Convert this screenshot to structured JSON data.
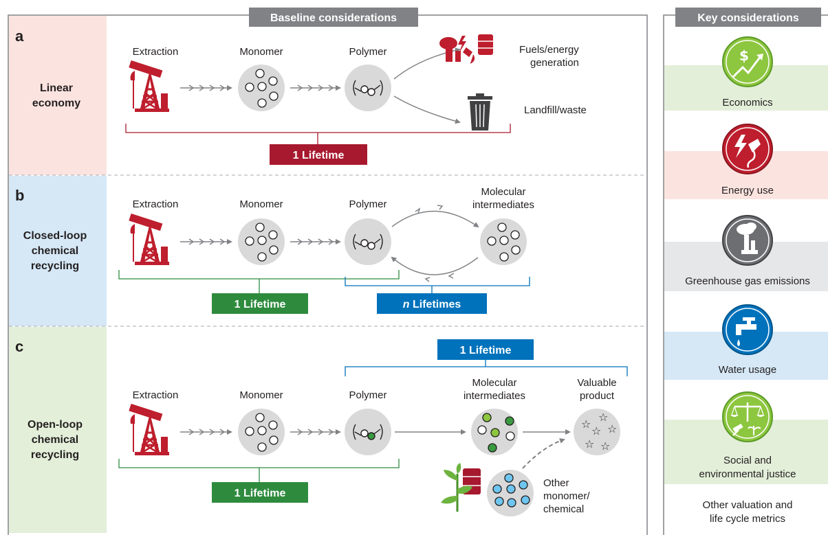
{
  "baseline": {
    "header": "Baseline considerations",
    "panels": [
      {
        "letter": "a",
        "name": "Linear economy",
        "name_lines": [
          "Linear",
          "economy"
        ],
        "stages": [
          "Extraction",
          "Monomer",
          "Polymer"
        ],
        "outputs": {
          "fuels": [
            "Fuels/energy",
            "generation"
          ],
          "landfill": "Landfill/waste"
        },
        "lifetime_box": "1 Lifetime"
      },
      {
        "letter": "b",
        "name": "Closed-loop chemical recycling",
        "name_lines": [
          "Closed-loop",
          "chemical",
          "recycling"
        ],
        "stages": [
          "Extraction",
          "Monomer",
          "Polymer"
        ],
        "intermediates_label": [
          "Molecular",
          "intermediates"
        ],
        "lifetime_box": "1 Lifetime",
        "n_lifetimes": {
          "italic": "n",
          "rest": " Lifetimes"
        }
      },
      {
        "letter": "c",
        "name": "Open-loop chemical recycling",
        "name_lines": [
          "Open-loop",
          "chemical",
          "recycling"
        ],
        "stages": [
          "Extraction",
          "Monomer",
          "Polymer"
        ],
        "intermediates_label": [
          "Molecular",
          "intermediates"
        ],
        "product_label": [
          "Valuable",
          "product"
        ],
        "other_label": [
          "Other",
          "monomer/",
          "chemical"
        ],
        "lifetime_box": "1 Lifetime",
        "upper_lifetime_box": "1 Lifetime"
      }
    ]
  },
  "key": {
    "header": "Key considerations",
    "items": [
      {
        "icon": "economics-icon",
        "label_lines": [
          "Economics"
        ],
        "color": "#8dc63f",
        "band": "#e3efd9"
      },
      {
        "icon": "energy-plug-icon",
        "label_lines": [
          "Energy use"
        ],
        "color": "#be1e2d",
        "band": "#fbe4e0"
      },
      {
        "icon": "factory-emissions-icon",
        "label_lines": [
          "Greenhouse gas emissions"
        ],
        "color": "#6d6e71",
        "band": "#e6e7e8"
      },
      {
        "icon": "water-tap-icon",
        "label_lines": [
          "Water usage"
        ],
        "color": "#0072bc",
        "band": "#d6e8f6"
      },
      {
        "icon": "justice-scales-icon",
        "label_lines": [
          "Social and",
          "environmental justice"
        ],
        "color": "#8dc63f",
        "band": "#e3efd9"
      },
      {
        "icon": "",
        "label_lines": [
          "Other valuation and",
          "life cycle metrics"
        ],
        "color": "",
        "band": ""
      }
    ]
  },
  "colors": {
    "linear_band": "#fbe4e0",
    "closed_band": "#d6e8f6",
    "open_band": "#e3efd9",
    "red": "#a6192e",
    "green": "#2e8b3e",
    "blue": "#0072bc",
    "gray_header": "#808285",
    "circle_fill": "#d9d9d9"
  }
}
